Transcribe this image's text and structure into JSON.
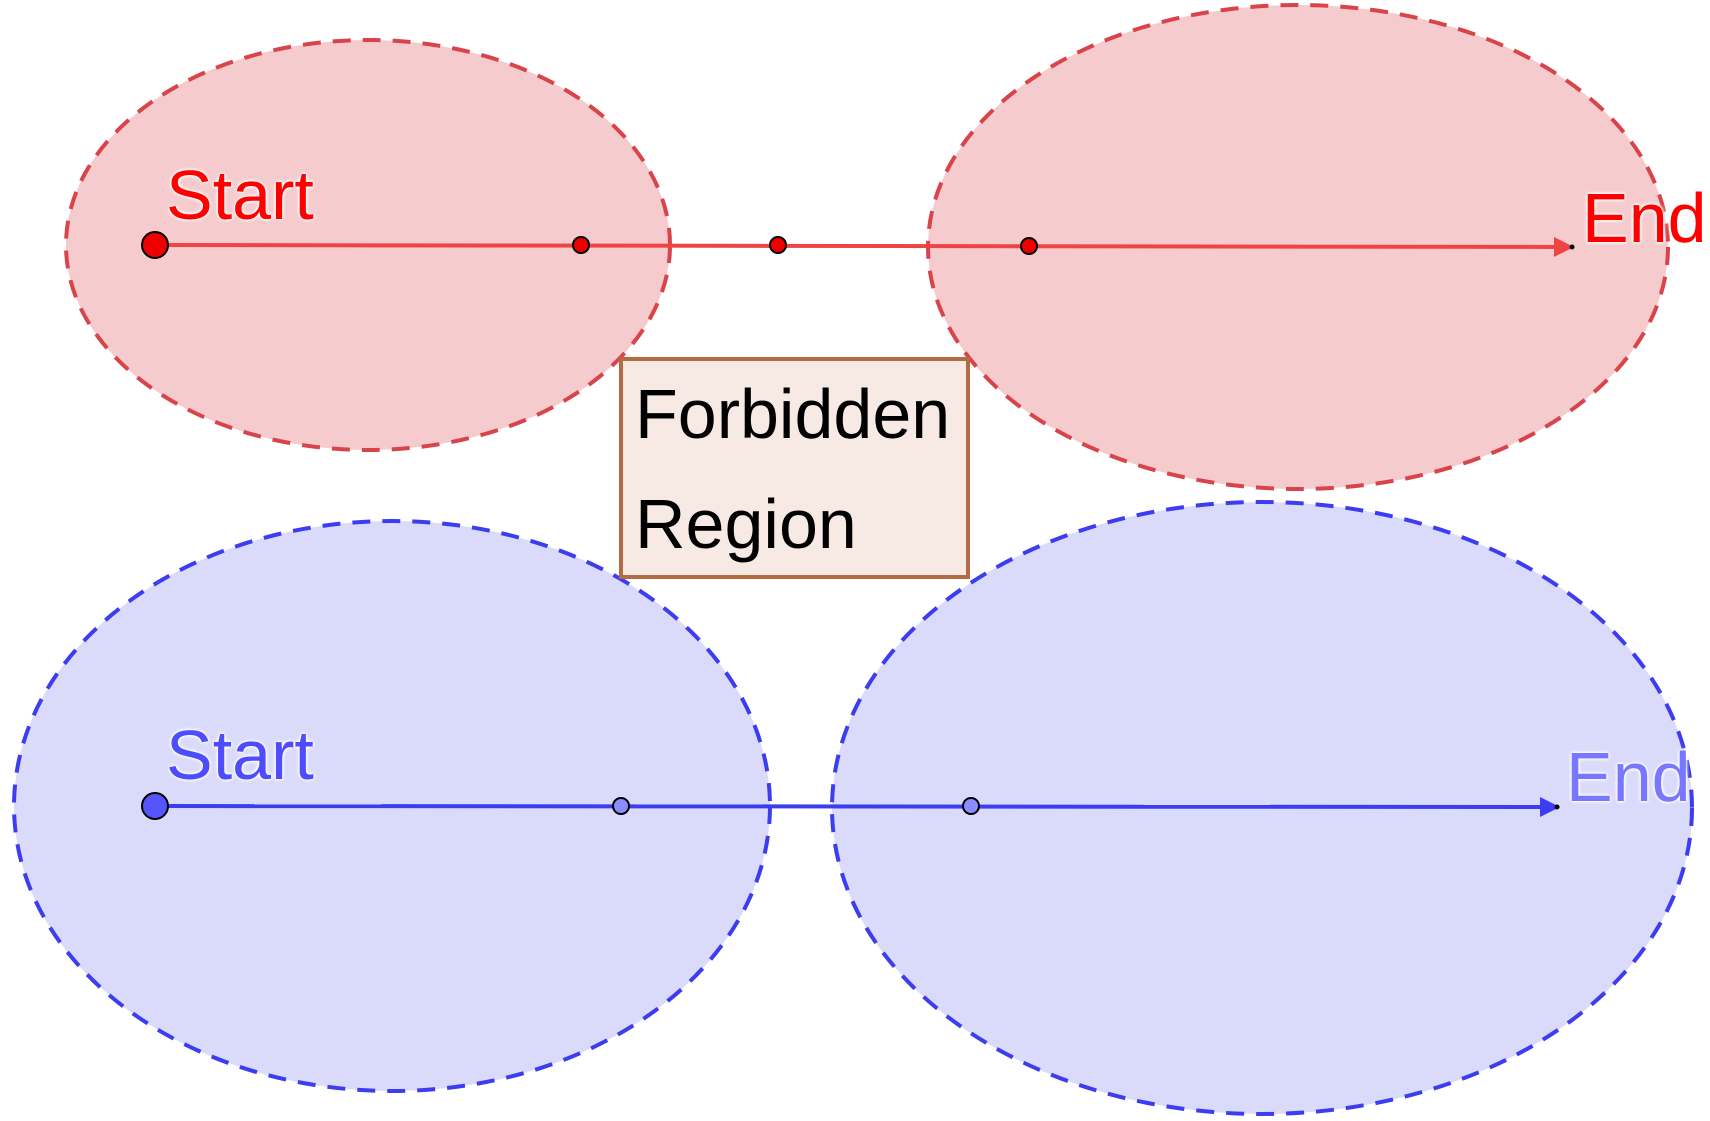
{
  "colors": {
    "red_stroke": "#d9434a",
    "red_fill": "#f5cbcd",
    "red_line": "#f04444",
    "red_point": "#ee0000",
    "blue_stroke": "#3c3cf0",
    "blue_fill": "#dadafb",
    "blue_line": "#3c3cf0",
    "blue_point": "#5555ff",
    "box_border": "#b36b44",
    "box_fill": "#f7e9e4"
  },
  "top_path": {
    "start_label": "Start",
    "end_label": "End"
  },
  "bottom_path": {
    "start_label": "Start",
    "end_label": "End"
  },
  "forbidden_region": {
    "line1": "Forbidden",
    "line2": "Region"
  }
}
